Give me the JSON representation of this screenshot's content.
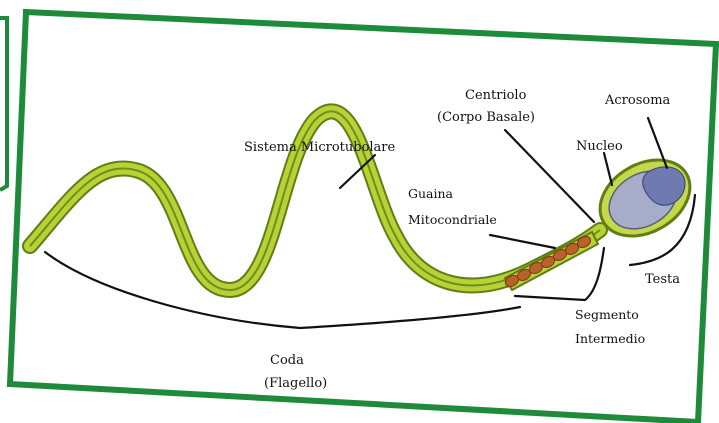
{
  "labels": {
    "sistema_microtubolare": "Sistema Microtubolare",
    "centriolo_line1": "Centriolo",
    "centriolo_line2": "(Corpo Basale)",
    "acrosoma": "Acrosoma",
    "nucleo": "Nucleo",
    "guaina_line1": "Guaina",
    "guaina_line2": "Mitocondriale",
    "testa": "Testa",
    "segmento_line1": "Segmento",
    "segmento_line2": "Intermedio",
    "coda_line1": "Coda",
    "coda_line2": "(Flagello)"
  },
  "colors": {
    "frame": "#1e8b3a",
    "tail_outer": "#5f7e16",
    "tail_fill": "#b8d236",
    "tail_stripe": "#6f8f1c",
    "mitochondria": "#b8622a",
    "nucleus": "#a7acc8",
    "acrosome": "#6f7ab1",
    "head_fill": "#c4d84a"
  }
}
